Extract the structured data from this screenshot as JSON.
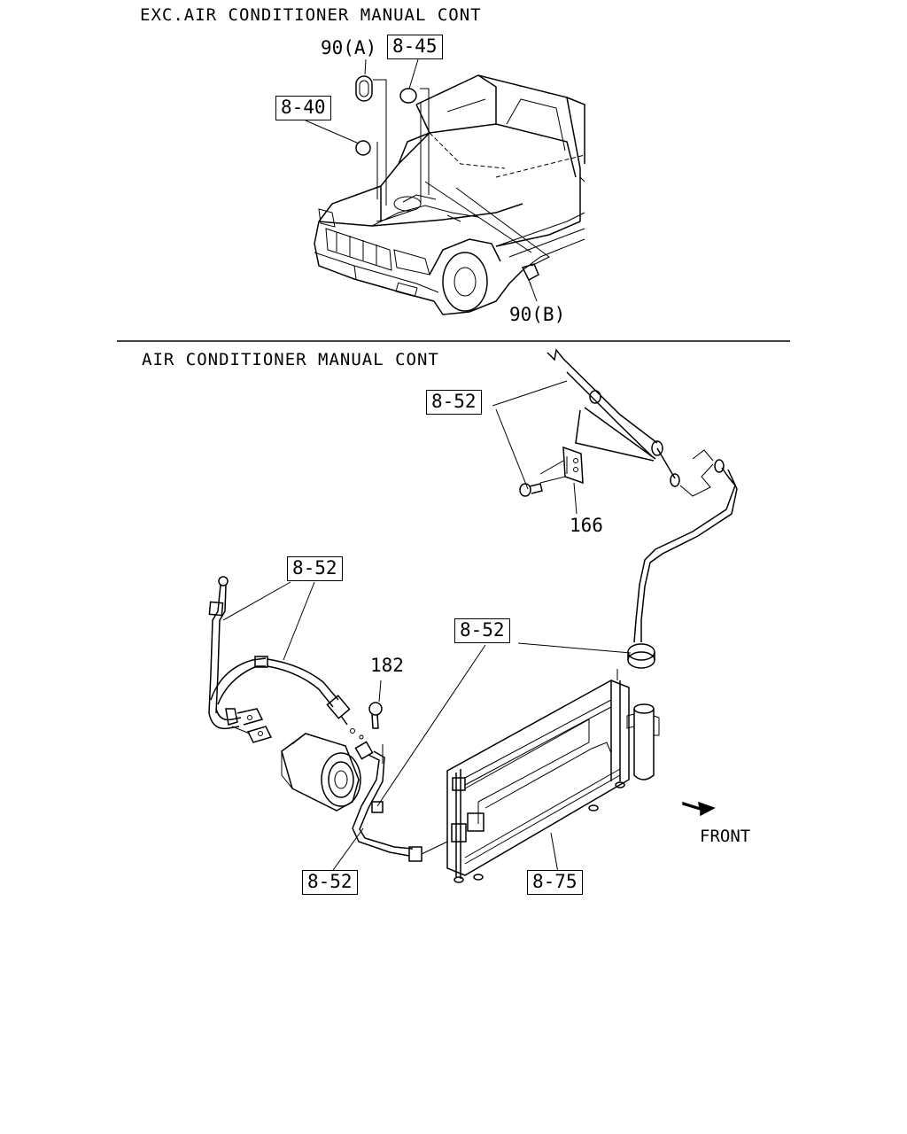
{
  "sections": {
    "top_header": "EXC.AIR CONDITIONER MANUAL CONT",
    "bottom_header": "AIR CONDITIONER MANUAL CONT"
  },
  "callouts": {
    "top_90a": "90(A)",
    "top_8_45": "8-45",
    "top_8_40": "8-40",
    "top_90b": "90(B)",
    "bot_8_52_upper": "8-52",
    "bot_166": "166",
    "bot_8_52_left": "8-52",
    "bot_182": "182",
    "bot_8_52_mid": "8-52",
    "bot_8_52_lower": "8-52",
    "bot_8_75": "8-75",
    "front": "FRONT"
  },
  "icons": {
    "front_arrow": "front-direction-arrow-icon"
  }
}
